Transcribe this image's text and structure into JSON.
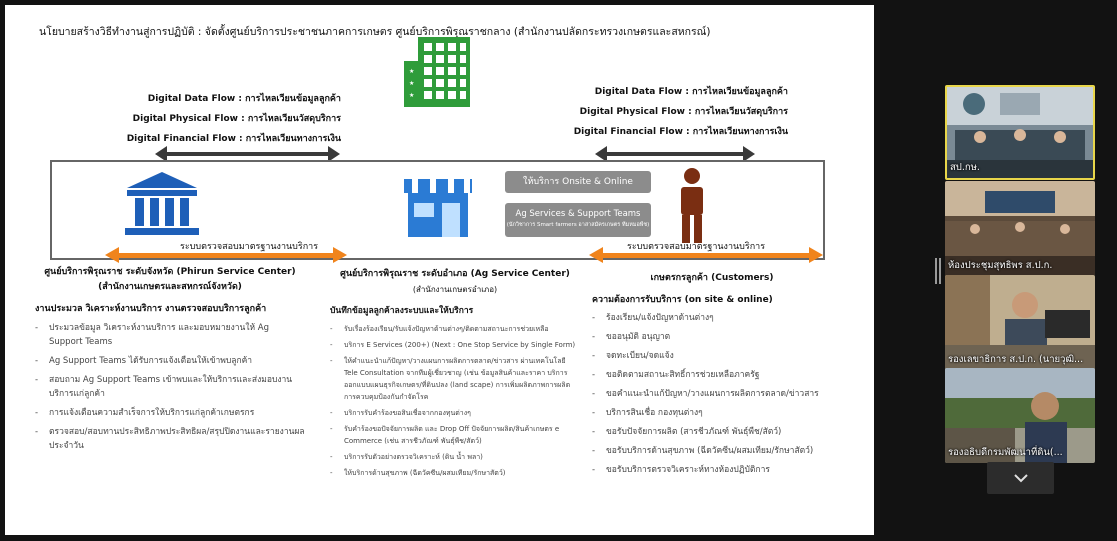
{
  "slide": {
    "title": "นโยบายสร้างวิธีทำงานสู่การปฏิบัติ : จัดตั้งศูนย์บริการประชาชนภาคการเกษตร ศูนย์บริการพิรุณราชกลาง (สำนักงานปลัดกระทรวงเกษตรและสหกรณ์)",
    "left_flows": [
      "Digital Data Flow : การไหลเวียนข้อมูลลูกค้า",
      "Digital Physical Flow : การไหลเวียนวัสดุบริการ",
      "Digital Financial Flow : การไหลเวียนทางการเงิน"
    ],
    "right_flows": [
      "Digital Data Flow : การไหลเวียนข้อมูลลูกค้า",
      "Digital Physical Flow : การไหลเวียนวัสดุบริการ",
      "Digital Financial Flow : การไหลเวียนทางการเงิน"
    ],
    "service_pill": "ให้บริการ  Onsite & Online",
    "ag_pill": "Ag Services & Support Teams",
    "ag_pill_sub": "(นักวิชาการ Smart farmers อาสาสมัครเกษตร ทีมหมอพืช)",
    "standard_left": "ระบบตรวจสอบมาตรฐานงานบริการ",
    "standard_right": "ระบบตรวจสอบมาตรฐานงานบริการ",
    "col1": {
      "heading": "ศูนย์บริการพิรุณราช ระดับจังหวัด (Phirun Service Center)",
      "subheading": "(สำนักงานเกษตรและสหกรณ์จังหวัด)",
      "section": "งานประมวล วิเคราะห์งานบริการ งานตรวจสอบบริการลูกค้า",
      "items": [
        "ประมวลข้อมูล วิเคราะห์งานบริการ และมอบหมายงานให้ Ag Support Teams",
        "Ag Support Teams ได้รับการแจ้งเตือนให้เข้าพบลูกค้า",
        "สอบถาม Ag Support Teams เข้าพบและให้บริการและส่งมอบงานบริการแก่ลูกค้า",
        "การแจ้งเตือนความสำเร็จการให้บริการแก่ลูกค้าเกษตรกร",
        "ตรวจสอบ/สอบทานประสิทธิภาพประสิทธิผล/สรุปปิดงานและรายงานผลประจำวัน"
      ]
    },
    "col2": {
      "heading": "ศูนย์บริการพิรุณราช ระดับอำเภอ (Ag Service Center)",
      "subheading": "(สำนักงานเกษตรอำเภอ)",
      "section": "บันทึกข้อมูลลูกค้าลงระบบและให้บริการ",
      "items": [
        "รับเรื่องร้องเรียน/รับแจ้งปัญหาด้านต่างๆ/ติดตามสถานะการช่วยเหลือ",
        "บริการ E Services (200+) (Next : One Stop Service by Single Form)",
        "ให้คำแนะนำแก้ปัญหา/วางแผนการผลิตการตลาด/ข่าวสาร ผ่านเทคโนโลยี Tele Consultation จากทีมผู้เชี่ยวชาญ (เช่น ข้อมูลสินค้าและราคา บริการออกแบบแผนธุรกิจเกษตร/ที่ดินปลง (land scape) การเพิ่มผลิตภาพการผลิต การควบคุมป้องกันกำจัดโรค",
        "บริการรับคำร้องขอสินเชื่อจากกองทุนต่างๆ",
        "รับคำร้องขอปัจจัยการผลิต และ Drop Off ปัจจัยการผลิต/สินค้าเกษตร e Commerce (เช่น สารชีวภัณฑ์ พันธุ์พืช/สัตว์)",
        "บริการรับตัวอย่างตรวจวิเคราะห์ (ดิน น้ำ พลา)",
        "ให้บริการด้านสุขภาพ (ฉีดวัคซีน/ผสมเทียม/รักษาสัตว์)"
      ]
    },
    "col3": {
      "heading": "เกษตรกรลูกค้า (Customers)",
      "section": "ความต้องการรับบริการ (on site & online)",
      "items": [
        "ร้องเรียน/แจ้งปัญหาด้านต่างๆ",
        "ขออนุมัติ อนุญาต",
        "จดทะเบียน/จดแจ้ง",
        "ขอติดตามสถานะสิทธิ์การช่วยเหลือภาครัฐ",
        "ขอคำแนะนำแก้ปัญหา/วางแผนการผลิตการตลาด/ข่าวสาร",
        "บริการสินเชื่อ กองทุนต่างๆ",
        "ขอรับปัจจัยการผลิต (สารชีวภัณฑ์ พันธุ์พืช/สัตว์)",
        "ขอรับบริการด้านสุขภาพ (ฉีดวัคซีน/ผสมเทียม/รักษาสัตว์)",
        "ขอรับบริการตรวจวิเคราะห์ทางห้องปฏิบัติการ"
      ]
    }
  },
  "participants": [
    {
      "name": "สป.กษ."
    },
    {
      "name": "ห้องประชุมสุทธิพร ส.ป.ก."
    },
    {
      "name": "รองเลขาธิการ ส.ป.ก. (นายวุฒิ..."
    },
    {
      "name": "รองอธิบดีกรมพัฒนาที่ดิน(..."
    }
  ],
  "colors": {
    "accent_orange": "#f0841c",
    "building_green": "#2f9c3a",
    "institution_blue": "#1e5fb8",
    "highlight_yellow": "#e8d64a"
  },
  "icons": [
    "office-building-icon",
    "government-building-icon",
    "storefront-icon",
    "farmer-person-icon",
    "chevron-down-icon"
  ]
}
